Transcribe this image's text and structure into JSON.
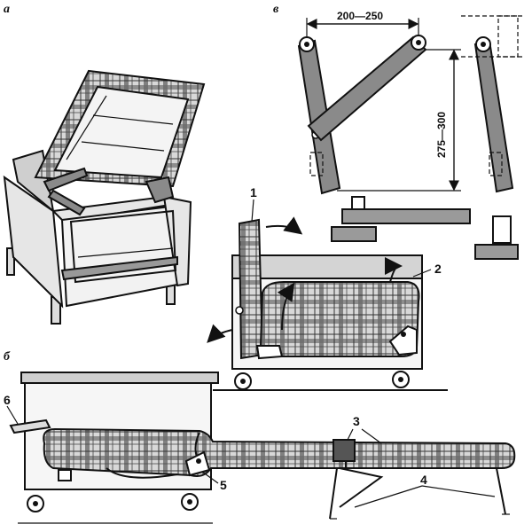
{
  "panels": {
    "a": "а",
    "b": "б",
    "v": "в"
  },
  "dimensions": {
    "width": "200—250",
    "height": "275—300"
  },
  "callouts": {
    "c1": "1",
    "c2": "2",
    "c3": "3",
    "c4": "4",
    "c5": "5",
    "c6": "6"
  }
}
